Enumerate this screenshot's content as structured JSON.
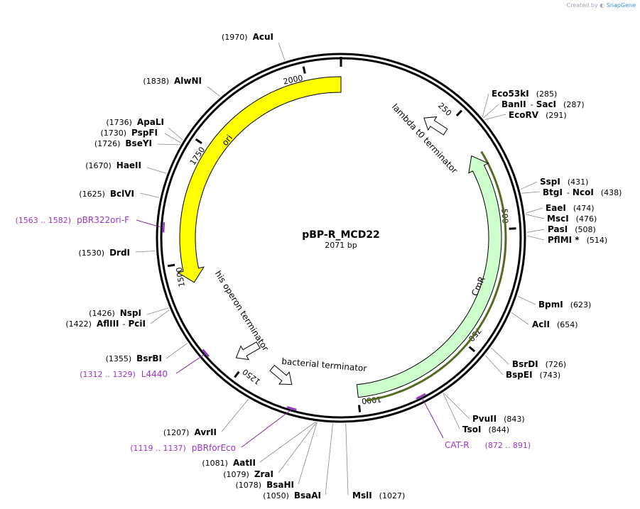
{
  "credit": {
    "prefix": "Created by",
    "brand": "SnapGene"
  },
  "plasmid": {
    "name": "pBP-R_MCD22",
    "size_label": "2071 bp"
  },
  "ticks": [
    "250",
    "500",
    "750",
    "1000",
    "1250",
    "1500",
    "1750",
    "2000"
  ],
  "colors": {
    "ori": "#ffff00",
    "cmr": "#ccffcc",
    "terminator": "#ffffff",
    "primer": "#9933cc",
    "primer_line": "#7a2a9e",
    "cmr_orf": "#556b1f"
  },
  "features": [
    {
      "label": "ori",
      "color_key": "ori"
    },
    {
      "label": "CmR",
      "color_key": "cmr"
    },
    {
      "label": "lambda t0 terminator",
      "color_key": "terminator"
    },
    {
      "label": "his operon terminator",
      "color_key": "terminator"
    },
    {
      "label": "bacterial terminator",
      "color_key": "terminator"
    }
  ],
  "enzymes": [
    {
      "name": "AcuI",
      "pos": "(1970)"
    },
    {
      "name": "AlwNI",
      "pos": "(1838)"
    },
    {
      "name": "ApaLI",
      "pos": "(1736)"
    },
    {
      "name": "PspFI",
      "pos": "(1730)"
    },
    {
      "name": "BseYI",
      "pos": "(1726)"
    },
    {
      "name": "HaeII",
      "pos": "(1670)"
    },
    {
      "name": "BclVI",
      "pos": "(1625)"
    },
    {
      "name": "DrdI",
      "pos": "(1530)"
    },
    {
      "name": "NspI",
      "pos": "(1426)"
    },
    {
      "name": "AflIII",
      "pos": "(1422)",
      "name2": "PciI"
    },
    {
      "name": "BsrBI",
      "pos": "(1355)"
    },
    {
      "name": "AvrII",
      "pos": "(1207)"
    },
    {
      "name": "AatII",
      "pos": "(1081)"
    },
    {
      "name": "ZraI",
      "pos": "(1079)"
    },
    {
      "name": "BsaHI",
      "pos": "(1078)"
    },
    {
      "name": "BsaAI",
      "pos": "(1050)"
    },
    {
      "name": "MslI",
      "pos": "(1027)"
    },
    {
      "name": "TsoI",
      "pos": "(844)"
    },
    {
      "name": "PvuII",
      "pos": "(843)"
    },
    {
      "name": "BspEI",
      "pos": "(743)"
    },
    {
      "name": "BsrDI",
      "pos": "(726)"
    },
    {
      "name": "AclI",
      "pos": "(654)"
    },
    {
      "name": "BpmI",
      "pos": "(623)"
    },
    {
      "name": "PflMI *",
      "pos": "(514)"
    },
    {
      "name": "PasI",
      "pos": "(508)"
    },
    {
      "name": "MscI",
      "pos": "(476)"
    },
    {
      "name": "EaeI",
      "pos": "(474)"
    },
    {
      "name": "BtgI",
      "pos": "(438)",
      "name2": "NcoI"
    },
    {
      "name": "SspI",
      "pos": "(431)"
    },
    {
      "name": "EcoRV",
      "pos": "(291)"
    },
    {
      "name": "BanII",
      "pos": "(287)",
      "name2": "SacI"
    },
    {
      "name": "Eco53kI",
      "pos": "(285)"
    }
  ],
  "primers": [
    {
      "name": "pBR322ori-F",
      "range": "(1563 .. 1582)"
    },
    {
      "name": "L4440",
      "range": "(1312 .. 1329)"
    },
    {
      "name": "pBRforEco",
      "range": "(1119 .. 1137)"
    },
    {
      "name": "CAT-R",
      "range": "(872 .. 891)"
    }
  ]
}
